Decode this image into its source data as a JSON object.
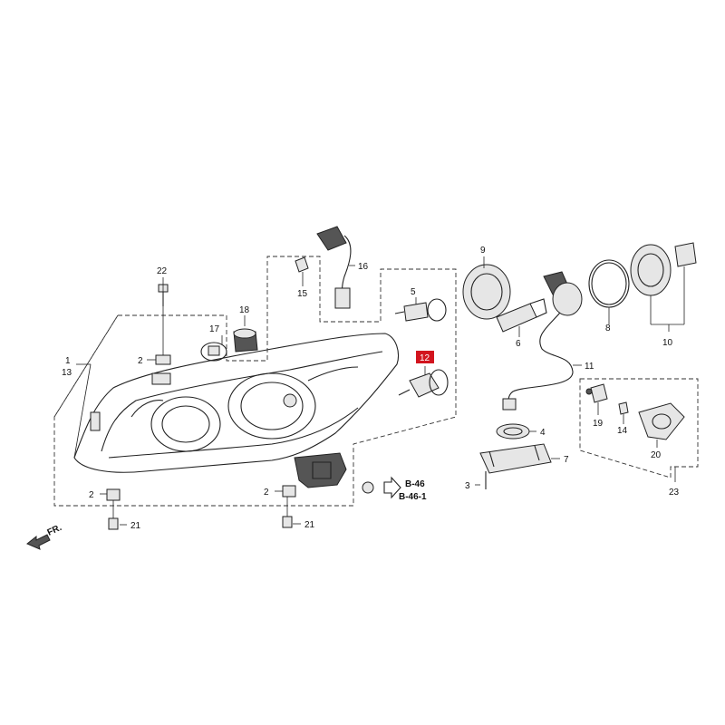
{
  "callouts": {
    "c1": "1",
    "c13": "13",
    "c2a": "2",
    "c2b": "2",
    "c2c": "2",
    "c3": "3",
    "c4": "4",
    "c5": "5",
    "c6": "6",
    "c7": "7",
    "c8": "8",
    "c9": "9",
    "c10": "10",
    "c11": "11",
    "c12": "12",
    "c14": "14",
    "c15": "15",
    "c16": "16",
    "c17": "17",
    "c18": "18",
    "c19": "19",
    "c20": "20",
    "c21a": "21",
    "c21b": "21",
    "c22": "22",
    "c23": "23"
  },
  "references": {
    "ref1": "B-46",
    "ref2": "B-46-1"
  },
  "direction": {
    "front": "FR."
  },
  "colors": {
    "highlight": "#d2141e",
    "line": "#222222"
  }
}
